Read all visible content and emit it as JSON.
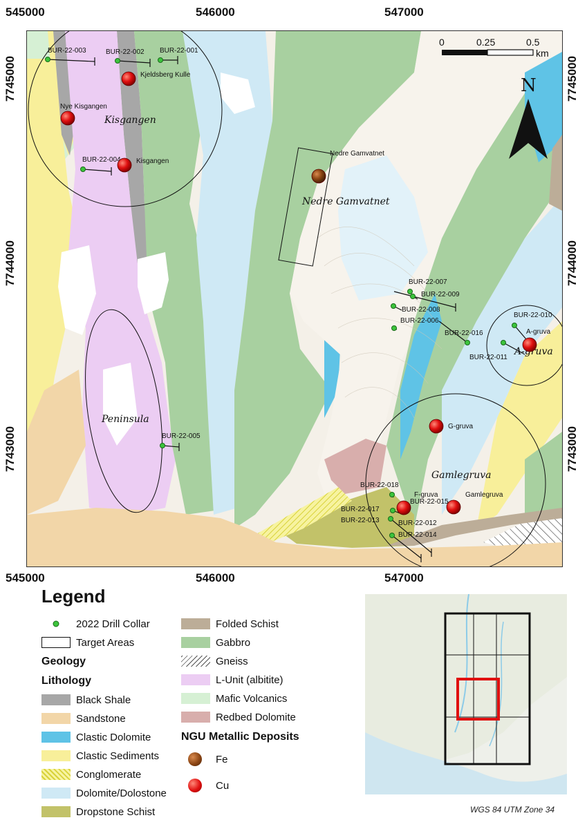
{
  "axes": {
    "x_ticks_top": [
      "545000",
      "546000",
      "547000"
    ],
    "x_ticks_bottom": [
      "545000",
      "546000",
      "547000"
    ],
    "y_ticks_left": [
      "7745000",
      "7744000",
      "7743000"
    ],
    "y_ticks_right": [
      "7745000",
      "7744000",
      "7743000"
    ]
  },
  "scale_bar": {
    "labels": [
      "0",
      "0.25",
      "0.5"
    ],
    "unit": "km"
  },
  "north_arrow": {
    "label": "N",
    "icon": "north-arrow-icon"
  },
  "map": {
    "target_areas": [
      {
        "name": "Kisgangen"
      },
      {
        "name": "Nedre Gamvatnet"
      },
      {
        "name": "Peninsula"
      },
      {
        "name": "A-gruva"
      },
      {
        "name": "Gamlegruva"
      }
    ],
    "deposits": [
      {
        "label": "Kjeldsberg Kulle",
        "type": "Cu"
      },
      {
        "label": "Nye Kisgangen",
        "type": "Cu"
      },
      {
        "label": "Kisgangen",
        "type": "Cu"
      },
      {
        "label": "Nedre Gamvatnet",
        "type": "Fe"
      },
      {
        "label": "G-gruva",
        "type": "Cu"
      },
      {
        "label": "Gamlegruva",
        "type": "Cu"
      },
      {
        "label": "F-gruva",
        "type": "Cu"
      },
      {
        "label": "A-gruva",
        "type": "Cu"
      }
    ],
    "drill_collars": [
      "BUR-22-001",
      "BUR-22-002",
      "BUR-22-003",
      "BUR-22-004",
      "BUR-22-005",
      "BUR-22-006",
      "BUR-22-007",
      "BUR-22-008",
      "BUR-22-009",
      "BUR-22-010",
      "BUR-22-011",
      "BUR-22-012",
      "BUR-22-013",
      "BUR-22-014",
      "BUR-22-015",
      "BUR-22-016",
      "BUR-22-017",
      "BUR-22-018"
    ]
  },
  "legend": {
    "title": "Legend",
    "drill_collar_label": "2022 Drill Collar",
    "target_areas_label": "Target Areas",
    "geology_heading": "Geology",
    "lithology_heading": "Lithology",
    "lithology_col1": [
      {
        "label": "Black Shale",
        "color": "#a7a7a7"
      },
      {
        "label": "Sandstone",
        "color": "#f2d6a8"
      },
      {
        "label": "Clastic Dolomite",
        "color": "#5fc3e6"
      },
      {
        "label": "Clastic Sediments",
        "color": "#f8ef9a"
      },
      {
        "label": "Conglomerate",
        "color": "#f4ef7a"
      },
      {
        "label": "Dolomite/Dolostone",
        "color": "#cfe9f5"
      },
      {
        "label": "Dropstone Schist",
        "color": "#c2c269"
      }
    ],
    "lithology_col2": [
      {
        "label": "Folded Schist",
        "color": "#bcad98"
      },
      {
        "label": "Gabbro",
        "color": "#a8d0a0"
      },
      {
        "label": "Gneiss",
        "color": "#ffffff"
      },
      {
        "label": "L-Unit (albitite)",
        "color": "#eccdf3"
      },
      {
        "label": "Mafic Volcanics",
        "color": "#d6f0d4"
      },
      {
        "label": "Redbed Dolomite",
        "color": "#d8aeac"
      }
    ],
    "deposits_heading": "NGU Metallic Deposits",
    "deposit_types": [
      {
        "label": "Fe",
        "color": "#8b4513"
      },
      {
        "label": "Cu",
        "color": "#e01010"
      }
    ]
  },
  "footer": "WGS 84 UTM Zone 34"
}
